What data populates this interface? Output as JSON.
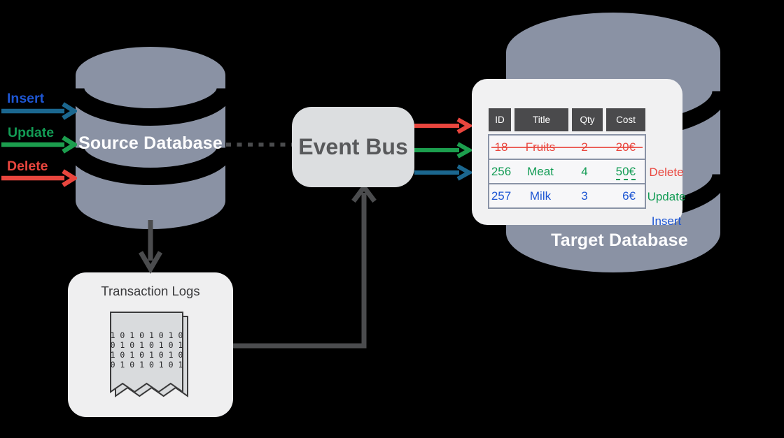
{
  "colors": {
    "bg": "#000000",
    "slate": "#8A92A4",
    "slate-border": "#8A93A6",
    "red": "#E9463E",
    "green": "#139C55",
    "green-arrow": "#1C9E4E",
    "blue": "#1E56D3",
    "steel": "#1B678F",
    "dark": "#4B4C4E",
    "card": "#F1F1F2",
    "panel": "#EFEFF0",
    "eventbus-fill": "#DCDEE0",
    "eventbus-text": "#58595B",
    "header-bg": "#4A4A4C"
  },
  "source_db": {
    "label": "Source Database"
  },
  "target_db": {
    "label": "Target Database"
  },
  "event_bus": {
    "label": "Event Bus"
  },
  "transaction_logs": {
    "title": "Transaction Logs",
    "binary_lines": [
      "1 0 1 0 1 0 1 0",
      "0 1 0 1 0 1 0 1",
      "1 0 1 0 1 0 1 0",
      "0 1 0 1 0 1 0 1"
    ]
  },
  "operations": [
    {
      "label": "Insert"
    },
    {
      "label": "Update"
    },
    {
      "label": "Delete"
    }
  ],
  "table": {
    "headers": [
      "ID",
      "Title",
      "Qty",
      "Cost"
    ],
    "rows": [
      {
        "id": "18",
        "title": "Fruits",
        "qty": "2",
        "cost": "20€",
        "op": "Delete"
      },
      {
        "id": "256",
        "title": "Meat",
        "qty": "4",
        "cost": "50€",
        "op": "Update"
      },
      {
        "id": "257",
        "title": "Milk",
        "qty": "3",
        "cost": "6€",
        "op": "Insert"
      }
    ]
  }
}
